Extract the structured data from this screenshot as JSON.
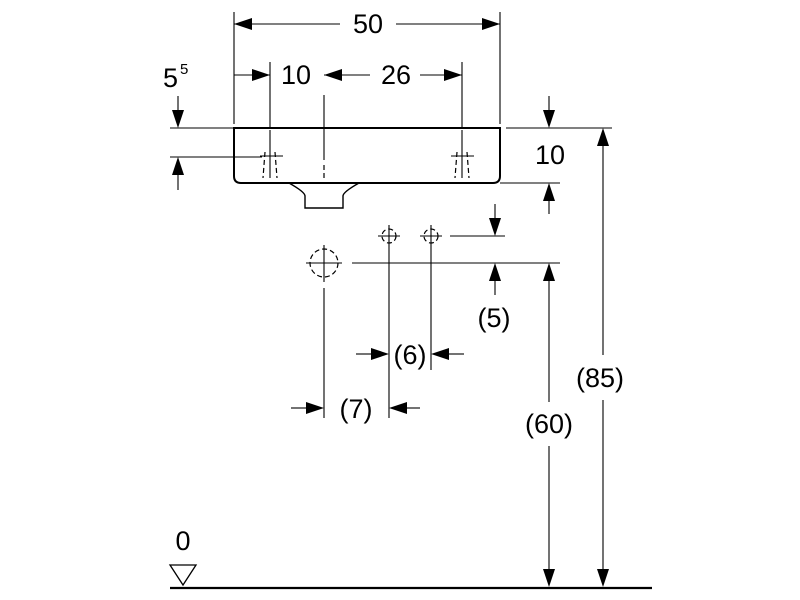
{
  "dimensions": {
    "overall_width": "50",
    "tap_offset": "10",
    "tap_spacing": "26",
    "top_offset_main": "5",
    "top_offset_sup": "5",
    "basin_height": "10",
    "supply_above_drain": "(5)",
    "supply_spacing": "(6)",
    "drain_to_supply": "(7)",
    "drain_height": "(60)",
    "rim_height": "(85)",
    "floor_level": "0"
  }
}
